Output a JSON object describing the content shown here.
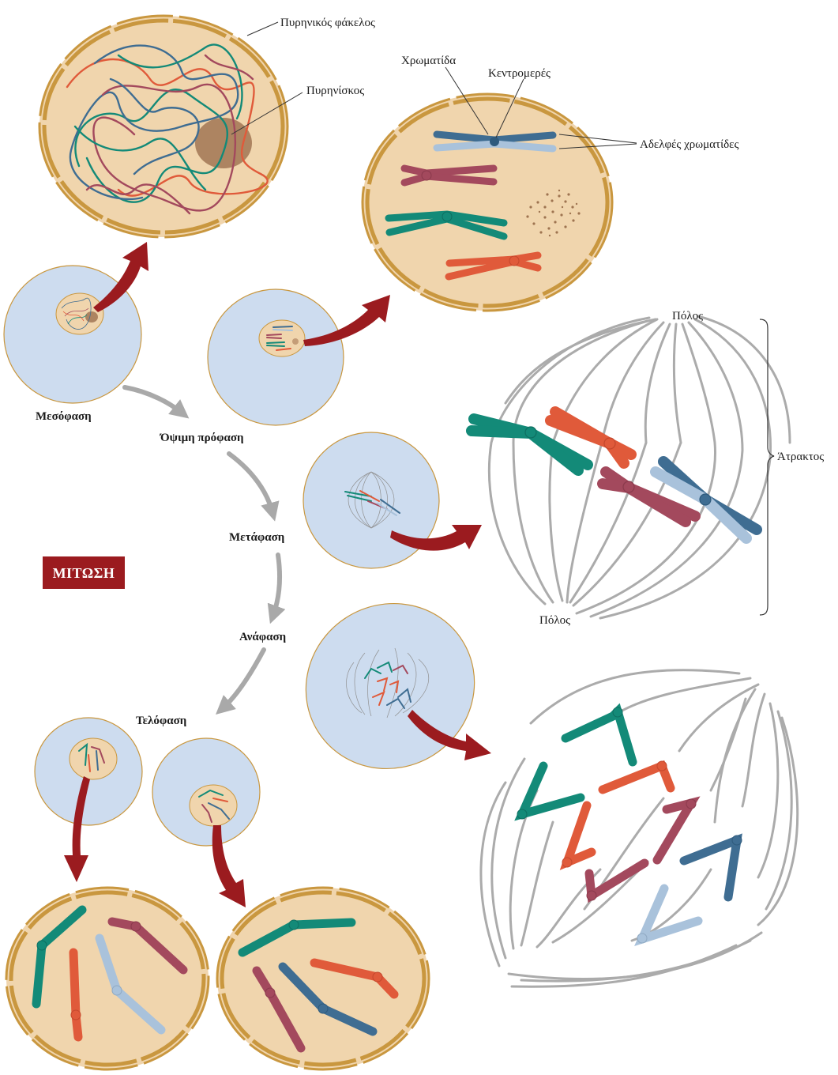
{
  "title_badge": "ΜΙΤΩΣΗ",
  "stages": {
    "interphase": "Μεσόφαση",
    "late_prophase": "Όψιμη πρόφαση",
    "metaphase": "Μετάφαση",
    "anaphase": "Ανάφαση",
    "telophase": "Τελόφαση"
  },
  "labels": {
    "nuclear_envelope": "Πυρηνικός φάκελος",
    "nucleolus": "Πυρηνίσκος",
    "chromatid": "Χρωματίδα",
    "centromere": "Κεντρομερές",
    "sister_chromatids": "Αδελφές χρωματίδες",
    "pole_top": "Πόλος",
    "pole_bottom": "Πόλος",
    "spindle": "Άτρακτος"
  },
  "colors": {
    "cell_fill": "#cddcef",
    "cell_outline": "#c9973f",
    "nucleus_fill": "#f0d5ad",
    "nucleus_outline": "#c9973f",
    "nucleolus_fill": "#ad8461",
    "arrow_red": "#9b1b1f",
    "arrow_grey": "#a9a9a9",
    "spindle_grey": "#ababab",
    "chromosome_blue": "#3f6d92",
    "chromosome_lightblue": "#a9c2db",
    "chromosome_mauve": "#a3495d",
    "chromosome_teal": "#138a78",
    "chromosome_orange": "#e05a3a",
    "badge_fill": "#9b1b1f"
  }
}
